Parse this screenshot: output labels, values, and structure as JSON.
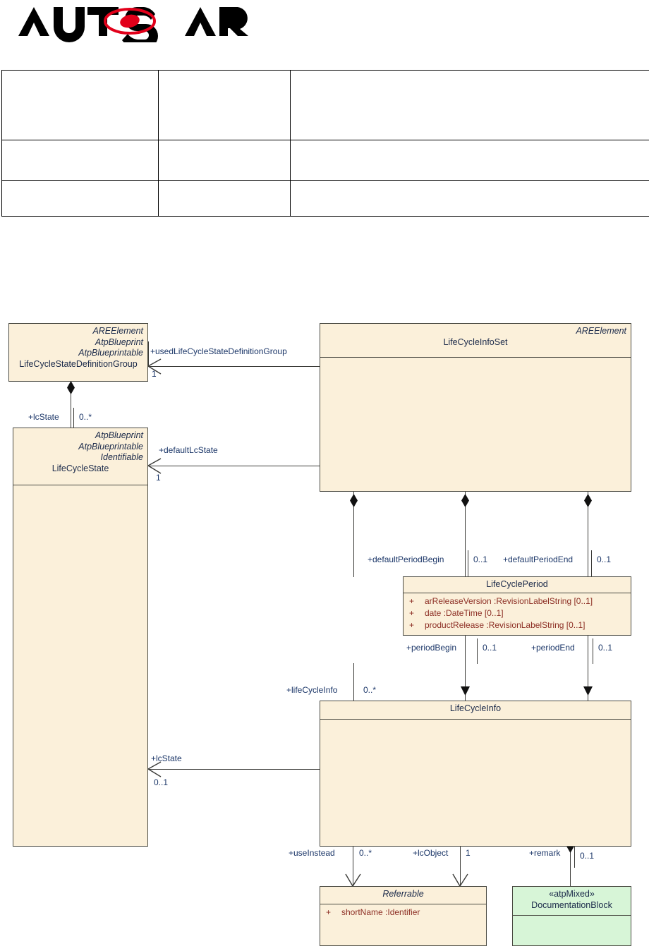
{
  "document": {
    "logo_text": "AUTOSAR",
    "logo_alt": "autosar-logo"
  },
  "header_table": {
    "rows": [
      {
        "cells": [
          "",
          "",
          ""
        ]
      },
      {
        "cells": [
          "",
          "",
          ""
        ]
      },
      {
        "cells": [
          "",
          "",
          ""
        ]
      }
    ]
  },
  "diagram": {
    "type": "uml-class-diagram",
    "colors": {
      "class_fill": "#FBF0DA",
      "green_fill": "#D7F5D7",
      "border": "#4A4A42",
      "attribute_text": "#8D2F25",
      "label_text": "#1B3668"
    },
    "classes": [
      {
        "id": "lifeCycleStateDefinitionGroup",
        "name": "LifeCycleStateDefinitionGroup",
        "stereotypes": [
          "AREElement",
          "AtpBlueprint",
          "AtpBlueprintable"
        ],
        "attributes": []
      },
      {
        "id": "lifeCycleState",
        "name": "LifeCycleState",
        "stereotypes": [
          "AtpBlueprint",
          "AtpBlueprintable",
          "Identifiable"
        ],
        "attributes": []
      },
      {
        "id": "lifeCycleInfoSet",
        "name": "LifeCycleInfoSet",
        "stereotypes": [
          "AREElement"
        ],
        "attributes": []
      },
      {
        "id": "lifeCyclePeriod",
        "name": "LifeCyclePeriod",
        "stereotypes": [],
        "attributes": [
          {
            "visibility": "+",
            "text": "arReleaseVersion  :RevisionLabelString [0..1]"
          },
          {
            "visibility": "+",
            "text": "date  :DateTime [0..1]"
          },
          {
            "visibility": "+",
            "text": "productRelease  :RevisionLabelString [0..1]"
          }
        ]
      },
      {
        "id": "lifeCycleInfo",
        "name": "LifeCycleInfo",
        "stereotypes": [],
        "attributes": []
      },
      {
        "id": "referrable",
        "name": "Referrable",
        "stereotypes": [],
        "attributes": [
          {
            "visibility": "+",
            "text": "shortName  :Identifier"
          }
        ]
      },
      {
        "id": "documentationBlock",
        "name": "DocumentationBlock",
        "stereotypes": [
          "«atpMixed»"
        ],
        "attributes": []
      }
    ],
    "associations": [
      {
        "id": "usedLcsdg",
        "role": "+usedLifeCycleStateDefinitionGroup",
        "multiplicity": "1",
        "kind": "association"
      },
      {
        "id": "lcStateTop",
        "role": "+lcState",
        "multiplicity": "0..*",
        "kind": "composition"
      },
      {
        "id": "defaultLcState",
        "role": "+defaultLcState",
        "multiplicity": "1",
        "kind": "association"
      },
      {
        "id": "defPeriodBegin",
        "role": "+defaultPeriodBegin",
        "multiplicity": "0..1",
        "kind": "composition"
      },
      {
        "id": "defPeriodEnd",
        "role": "+defaultPeriodEnd",
        "multiplicity": "0..1",
        "kind": "composition"
      },
      {
        "id": "periodBegin",
        "role": "+periodBegin",
        "multiplicity": "0..1",
        "kind": "composition"
      },
      {
        "id": "periodEnd",
        "role": "+periodEnd",
        "multiplicity": "0..1",
        "kind": "composition"
      },
      {
        "id": "lifeCycleInfo",
        "role": "+lifeCycleInfo",
        "multiplicity": "0..*",
        "kind": "composition"
      },
      {
        "id": "lcStateBottom",
        "role": "+lcState",
        "multiplicity": "0..1",
        "kind": "association"
      },
      {
        "id": "useInstead",
        "role": "+useInstead",
        "multiplicity": "0..*",
        "kind": "association"
      },
      {
        "id": "lcObject",
        "role": "+lcObject",
        "multiplicity": "1",
        "kind": "association"
      },
      {
        "id": "remark",
        "role": "+remark",
        "multiplicity": "0..1",
        "kind": "composition"
      }
    ]
  }
}
